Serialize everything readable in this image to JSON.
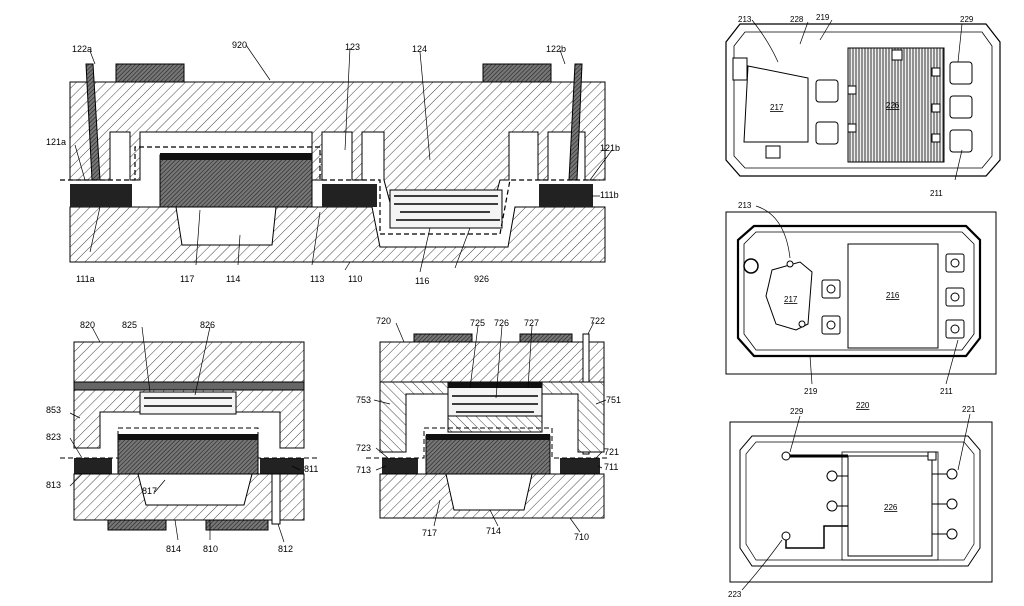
{
  "fig_top": {
    "labels": {
      "l122a": "122a",
      "l920": "920",
      "l123": "123",
      "l124": "124",
      "l122b": "122b",
      "l121a": "121a",
      "l121b": "121b",
      "l111b": "111b",
      "l111a": "111a",
      "l117": "117",
      "l114": "114",
      "l113": "113",
      "l110": "110",
      "l116": "116",
      "l926": "926"
    }
  },
  "fig_bl": {
    "labels": {
      "l820": "820",
      "l825": "825",
      "l826": "826",
      "l853": "853",
      "l823": "823",
      "l811": "811",
      "l813": "813",
      "l817": "817",
      "l814": "814",
      "l810": "810",
      "l812": "812"
    }
  },
  "fig_bm": {
    "labels": {
      "l720": "720",
      "l725": "725",
      "l726": "726",
      "l727": "727",
      "l722": "722",
      "l753": "753",
      "l751": "751",
      "l723": "723",
      "l721": "721",
      "l713": "713",
      "l711": "711",
      "l717": "717",
      "l714": "714",
      "l710": "710"
    }
  },
  "fig_r1": {
    "labels": {
      "l213": "213",
      "l228": "228",
      "l219": "219",
      "l229": "229",
      "l217": "217",
      "l226": "226",
      "l211": "211"
    }
  },
  "fig_r2": {
    "labels": {
      "l213": "213",
      "l217": "217",
      "l216": "216",
      "l219": "219",
      "l211": "211"
    }
  },
  "fig_r3": {
    "labels": {
      "l229": "229",
      "l220": "220",
      "l221": "221",
      "l226": "226",
      "l223": "223"
    }
  }
}
